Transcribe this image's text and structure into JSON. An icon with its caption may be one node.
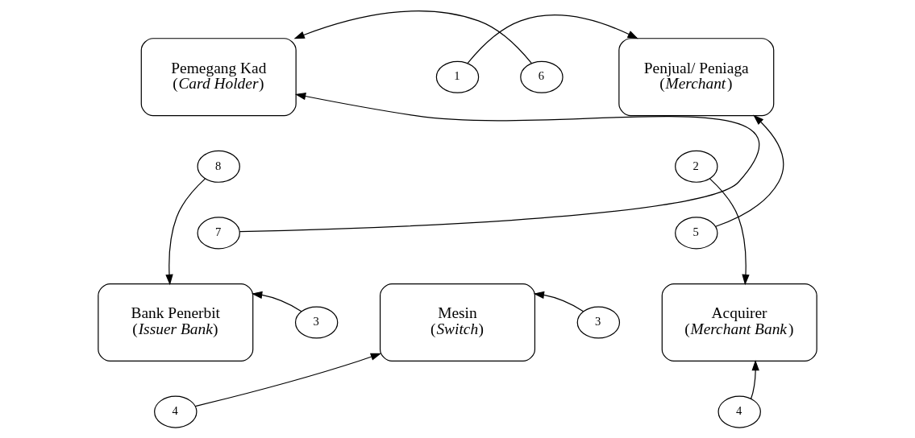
{
  "diagram": {
    "nodes": [
      {
        "text": [
          "Pemegang Kad",
          "(*Card Holder*)"
        ]
      },
      {
        "text": [
          "1"
        ]
      },
      {
        "text": [
          "Penjual/ Peniaga",
          "(*Merchant*)"
        ]
      },
      {
        "text": [
          "6"
        ]
      },
      {
        "text": [
          "8"
        ]
      },
      {
        "text": [
          "2"
        ]
      },
      {
        "text": [
          "7"
        ]
      },
      {
        "text": [
          "5"
        ]
      },
      {
        "text": [
          "Bank Penerbit",
          "(*Issuer Bank*)"
        ]
      },
      {
        "text": [
          "3"
        ]
      },
      {
        "text": [
          "Mesin",
          "(*Switch*)"
        ]
      },
      {
        "text": [
          "3"
        ]
      },
      {
        "text": [
          "Acquirer",
          "(*Merchant Bank*)"
        ]
      },
      {
        "text": [
          "4"
        ]
      },
      {
        "text": [
          "4"
        ]
      }
    ],
    "edges": [
      {
        "from": 1,
        "to": 2,
        "arrow": "to"
      },
      {
        "from": 3,
        "to": 0,
        "arrow": "to"
      },
      {
        "from": 4,
        "to": 8,
        "arrow": "to"
      },
      {
        "from": 6,
        "to": 0,
        "arrow": "to"
      },
      {
        "from": 5,
        "to": 12,
        "arrow": "to"
      },
      {
        "from": 7,
        "to": 2,
        "arrow": "to"
      },
      {
        "from": 9,
        "to": 8,
        "arrow": "to"
      },
      {
        "from": 11,
        "to": 10,
        "arrow": "to"
      },
      {
        "from": 13,
        "to": 10,
        "arrow": "to"
      },
      {
        "from": 14,
        "to": 12,
        "arrow": "to"
      }
    ]
  }
}
